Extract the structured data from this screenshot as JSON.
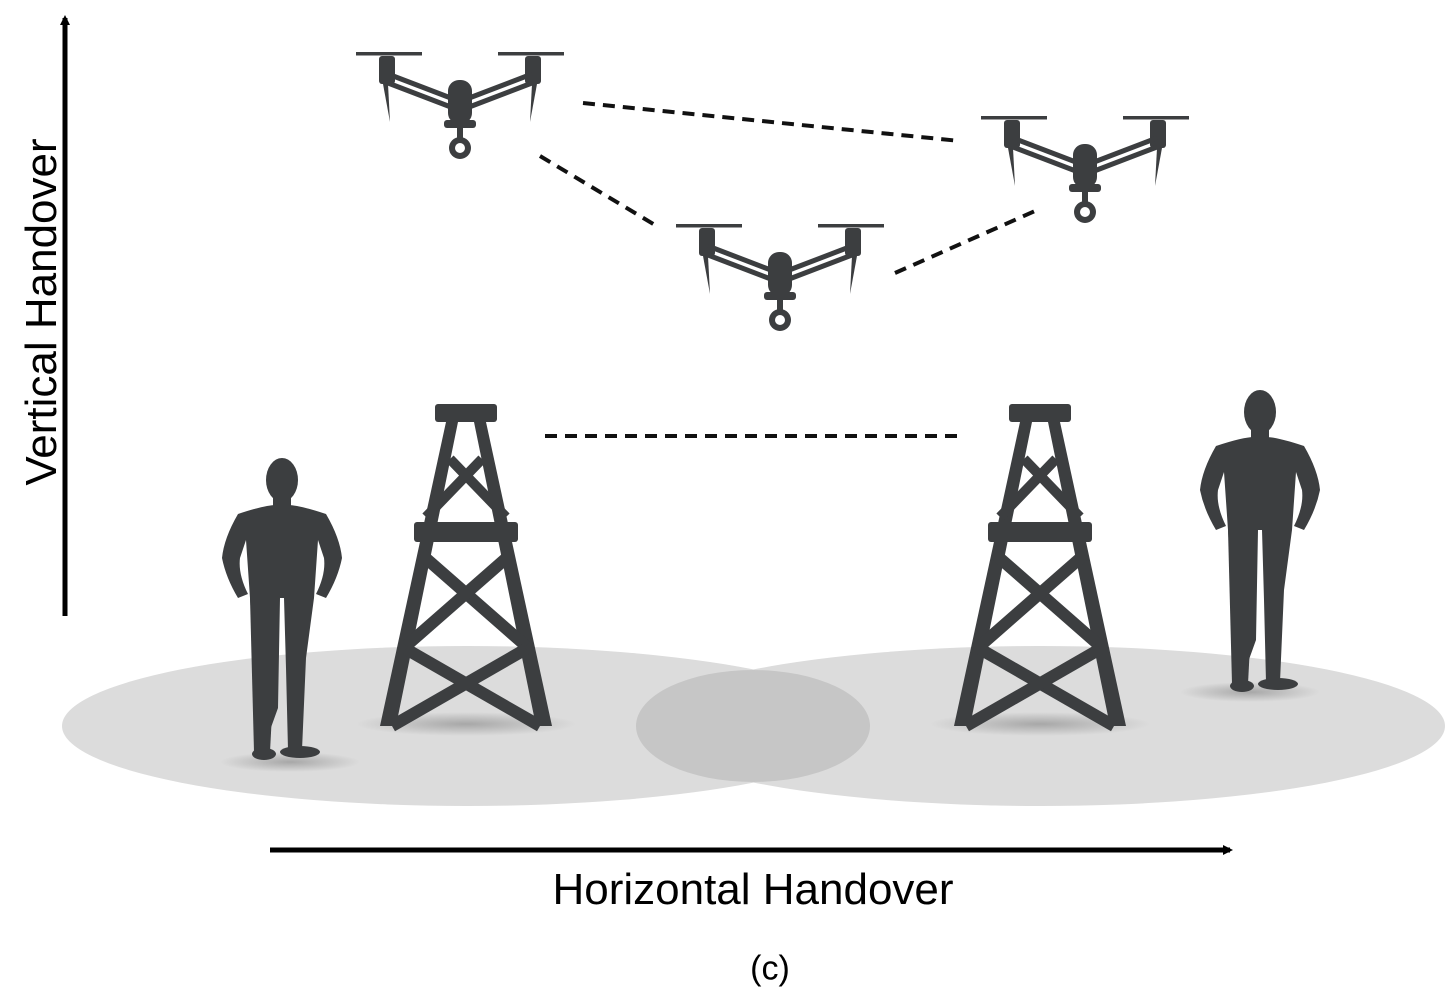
{
  "labels": {
    "vertical_axis": "Vertical Handover",
    "horizontal_axis": "Horizontal Handover",
    "figure_tag": "(c)"
  },
  "icons": {
    "drone": "drone-icon",
    "tower": "cell-tower-icon",
    "person": "person-icon"
  },
  "colors": {
    "silhouette": "#3c3e40",
    "coverage": "#dcdcdc",
    "overlap": "#c8c8c8",
    "link": "#111111",
    "axis": "#000000"
  }
}
